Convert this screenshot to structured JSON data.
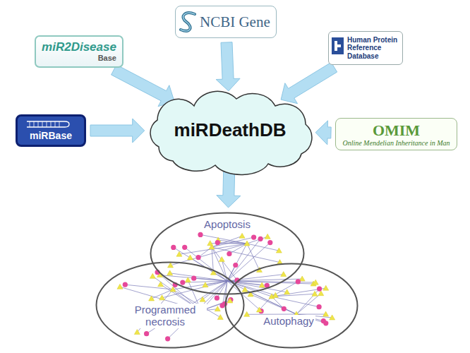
{
  "diagram": {
    "nodes": [
      {
        "text": [
          "miR2Disease",
          "Base"
        ]
      },
      {
        "text": [
          "NCBI Gene"
        ]
      },
      {
        "text": [
          "Human Protein Reference Database"
        ]
      },
      {
        "text": [
          "miRBase"
        ]
      },
      {
        "text": [
          "miRDeathDB"
        ]
      },
      {
        "text": [
          "OMIM",
          "Online Mendelian Inheritance in Man"
        ]
      },
      {
        "text": [
          "Apoptosis"
        ]
      },
      {
        "text": [
          "Programmed necrosis"
        ]
      },
      {
        "text": [
          "Autophagy"
        ]
      }
    ],
    "edges": [
      {
        "from": 0,
        "to": 4,
        "arrow": "to"
      },
      {
        "from": 1,
        "to": 4,
        "arrow": "to"
      },
      {
        "from": 2,
        "to": 4,
        "arrow": "to"
      },
      {
        "from": 3,
        "to": 4,
        "arrow": "to"
      },
      {
        "from": 5,
        "to": 4,
        "arrow": "to"
      },
      {
        "from": 4,
        "to": 6,
        "arrow": "to"
      }
    ]
  }
}
